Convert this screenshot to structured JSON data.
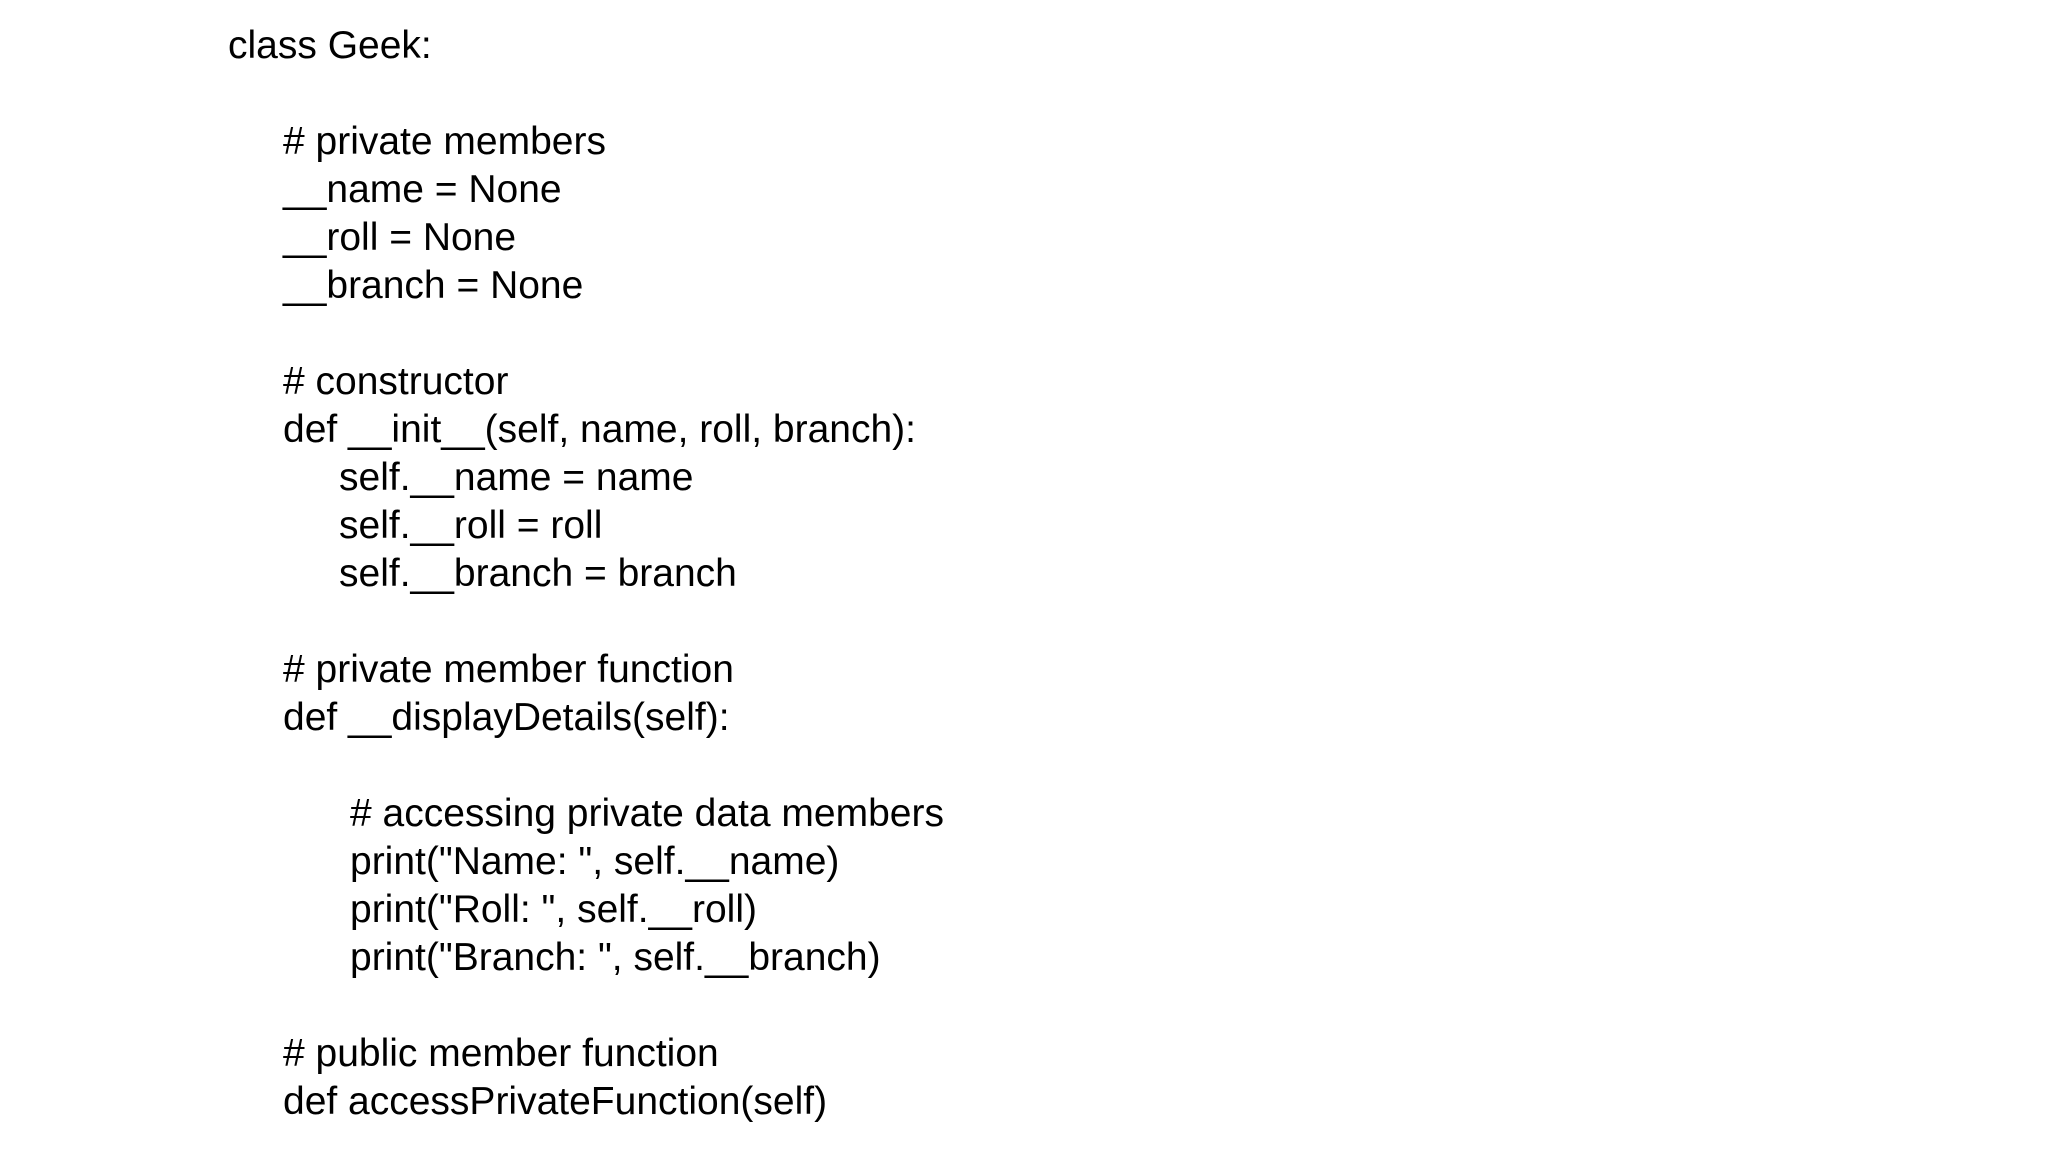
{
  "code": {
    "lines": [
      "class Geek:",
      "# private members",
      "__name = None",
      "__roll = None",
      "__branch = None",
      "# constructor",
      "def __init__(self, name, roll, branch):",
      "self.__name = name",
      "self.__roll = roll",
      "self.__branch = branch",
      "# private member function",
      "def __displayDetails(self):",
      "# accessing private data members",
      "print(\"Name: \", self.__name)",
      "print(\"Roll: \", self.__roll)",
      "print(\"Branch: \", self.__branch)",
      "# public member function",
      "def accessPrivateFunction(self)"
    ]
  }
}
